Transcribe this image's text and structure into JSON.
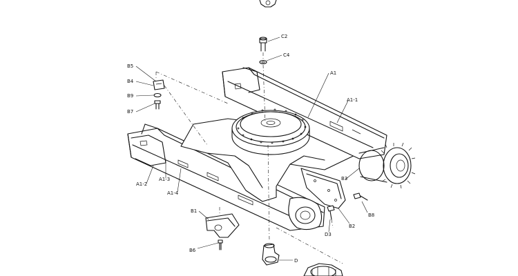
{
  "labels": {
    "C2": "C2",
    "C4": "C4",
    "B5": "B5",
    "B4": "B4",
    "B9": "B9",
    "B7": "B7",
    "A1": "A1",
    "A1_1": "A1-1",
    "A1_2": "A1-2",
    "A1_3": "A1-3",
    "A1_4": "A1-4",
    "B1": "B1",
    "B6": "B6",
    "B3": "B3",
    "B8": "B8",
    "B2": "B2",
    "D3": "D3",
    "D": "D"
  }
}
